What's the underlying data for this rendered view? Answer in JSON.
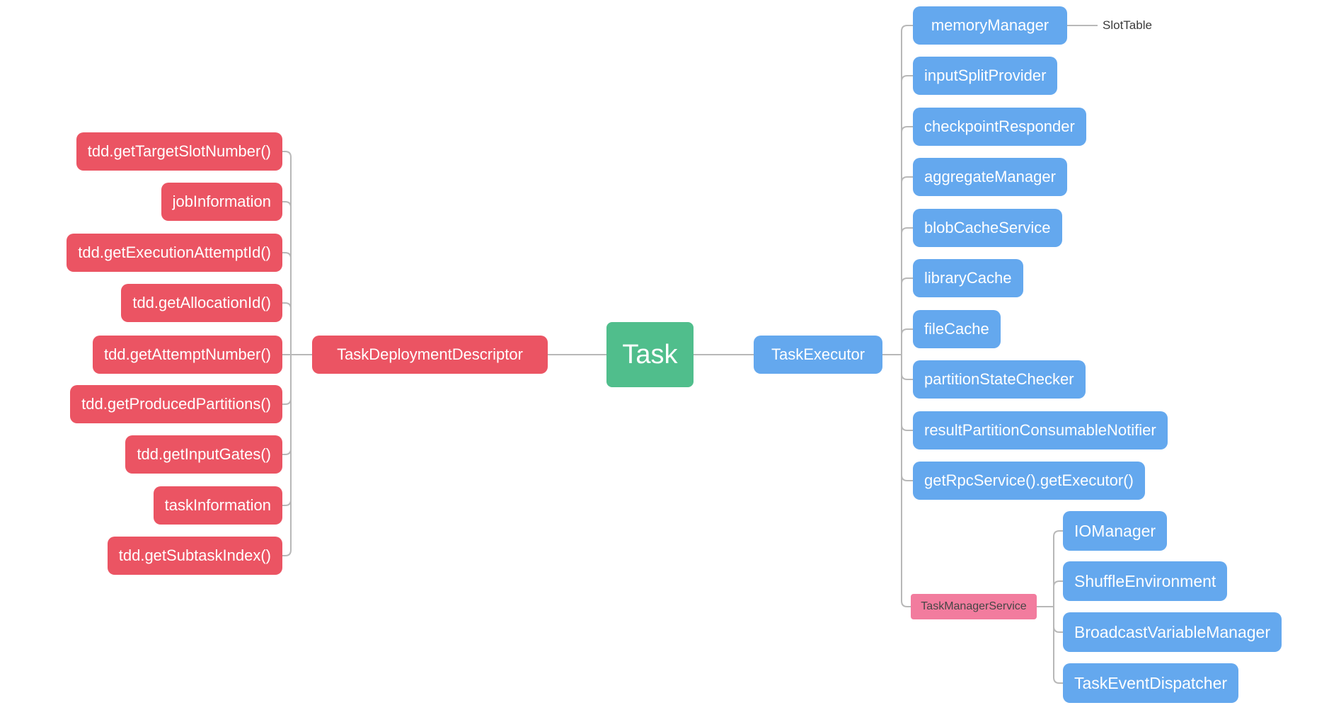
{
  "diagram": {
    "root": {
      "label": "Task"
    },
    "left_branch": {
      "label": "TaskDeploymentDescriptor",
      "children": [
        {
          "label": "tdd.getTargetSlotNumber()"
        },
        {
          "label": "jobInformation"
        },
        {
          "label": "tdd.getExecutionAttemptId()"
        },
        {
          "label": "tdd.getAllocationId()"
        },
        {
          "label": "tdd.getAttemptNumber()"
        },
        {
          "label": "tdd.getProducedPartitions()"
        },
        {
          "label": "tdd.getInputGates()"
        },
        {
          "label": "taskInformation"
        },
        {
          "label": "tdd.getSubtaskIndex()"
        }
      ]
    },
    "right_branch": {
      "label": "TaskExecutor",
      "children": [
        {
          "label": "memoryManager"
        },
        {
          "label": "inputSplitProvider"
        },
        {
          "label": "checkpointResponder"
        },
        {
          "label": "aggregateManager"
        },
        {
          "label": "blobCacheService"
        },
        {
          "label": "libraryCache"
        },
        {
          "label": "fileCache"
        },
        {
          "label": "partitionStateChecker"
        },
        {
          "label": "resultPartitionConsumableNotifier"
        },
        {
          "label": "getRpcService().getExecutor()"
        }
      ],
      "memory_manager_child": {
        "label": "SlotTable"
      },
      "task_manager_service": {
        "label": "TaskManagerService",
        "children": [
          {
            "label": "IOManager"
          },
          {
            "label": "ShuffleEnvironment"
          },
          {
            "label": "BroadcastVariableManager"
          },
          {
            "label": "TaskEventDispatcher"
          }
        ]
      }
    },
    "colors": {
      "root_green": "#50BE8C",
      "branch_red": "#EB5463",
      "branch_blue": "#64A8EE",
      "service_pink": "#F27C9E",
      "connector_gray": "#B8B8B8",
      "plain_text": "#3A3A3A"
    }
  }
}
